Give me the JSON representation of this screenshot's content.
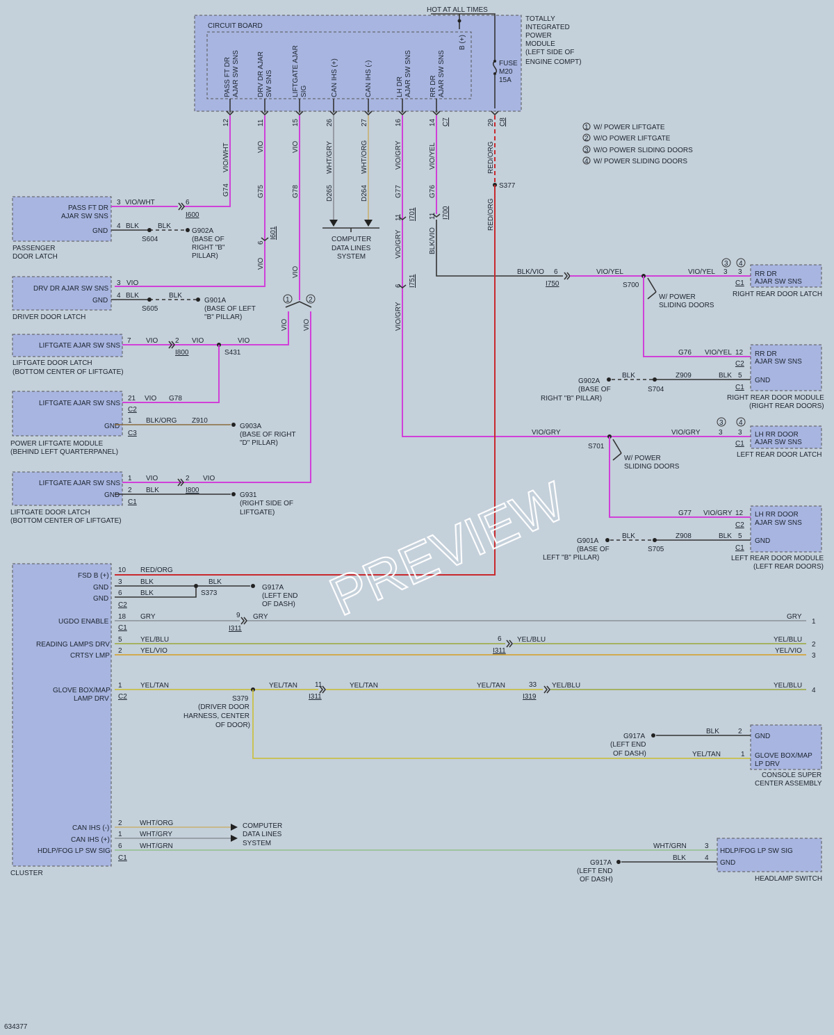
{
  "hot_at_all_times": "HOT AT ALL TIMES",
  "tipm": {
    "l1": "TOTALLY",
    "l2": "INTEGRATED",
    "l3": "POWER",
    "l4": "MODULE",
    "l5": "(LEFT SIDE OF",
    "l6": "ENGINE COMPT)"
  },
  "circuit_board": "CIRCUIT BOARD",
  "bplus": "B (+)",
  "fuse": {
    "l1": "FUSE",
    "l2": "M20",
    "l3": "15A"
  },
  "pins": {
    "p1": {
      "a": "PASS FT DR",
      "b": "AJAR SW SNS"
    },
    "p2": {
      "a": "DRV DR AJAR",
      "b": "SW SNS"
    },
    "p3": {
      "a": "LIFTGATE AJAR",
      "b": "SIG"
    },
    "p4": {
      "a": "CAN IHS (+)"
    },
    "p5": {
      "a": "CAN IHS (-)"
    },
    "p6": {
      "a": "LH DR",
      "b": "AJAR SW SNS"
    },
    "p7": {
      "a": "RR DR",
      "b": "AJAR SW SNS"
    }
  },
  "pin_nums": {
    "n12": "12",
    "n11": "11",
    "n15": "15",
    "n26": "26",
    "n27": "27",
    "n16": "16",
    "n14": "14",
    "c7": "C7",
    "n29": "29",
    "c8": "C8"
  },
  "wires": {
    "viowht": "VIO/WHT",
    "vio": "VIO",
    "whtgry": "WHT/GRY",
    "whtorg": "WHT/ORG",
    "viogry": "VIO/GRY",
    "vioyel": "VIO/YEL",
    "redorg": "RED/ORG",
    "blkvio": "BLK/VIO",
    "blk": "BLK",
    "blkorg": "BLK/ORG",
    "gry": "GRY",
    "yelblu": "YEL/BLU",
    "yelvio": "YEL/VIO",
    "yeltan": "YEL/TAN",
    "whtgrn": "WHT/GRN"
  },
  "circuits": {
    "g74": "G74",
    "g75": "G75",
    "g78": "G78",
    "d265": "D265",
    "d264": "D264",
    "g77": "G77",
    "g76": "G76",
    "z910": "Z910",
    "z909": "Z909",
    "z908": "Z908"
  },
  "legend": {
    "a": "W/ POWER LIFTGATE",
    "b": "W/O POWER LIFTGATE",
    "c": "W/O POWER SLIDING DOORS",
    "d": "W/ POWER SLIDING DOORS"
  },
  "legend_nums": {
    "n1": "1",
    "n2": "2",
    "n3": "3",
    "n4": "4"
  },
  "splices": {
    "s377": "S377",
    "s604": "S604",
    "s605": "S605",
    "s431": "S431",
    "s700": "S700",
    "s701": "S701",
    "s704": "S704",
    "s705": "S705",
    "s373": "S373",
    "s379": "S379"
  },
  "connectors": {
    "i600": "I600",
    "i601": "I601",
    "i800": "I800",
    "i701": "I701",
    "i700": "I700",
    "i750": "I750",
    "i751": "I751",
    "i311": "I311",
    "i319": "I319",
    "c1": "C1",
    "c2": "C2",
    "c3": "C3"
  },
  "computer_data": {
    "l1": "COMPUTER",
    "l2": "DATA LINES",
    "l3": "SYSTEM"
  },
  "pass_latch": {
    "sns": "PASS FT DR",
    "sns2": "AJAR SW SNS",
    "gnd": "GND",
    "name1": "PASSENGER",
    "name2": "DOOR LATCH"
  },
  "g902a": {
    "a": "G902A",
    "b": "(BASE OF",
    "c": "RIGHT \"B\"",
    "d": "PILLAR)"
  },
  "drv_latch": {
    "sns": "DRV DR AJAR SW SNS",
    "gnd": "GND",
    "name": "DRIVER DOOR LATCH"
  },
  "g901a": {
    "a": "G901A",
    "b": "(BASE OF LEFT",
    "c": "\"B\" PILLAR)"
  },
  "lg_latch1": {
    "sns": "LIFTGATE AJAR SW SNS",
    "name1": "LIFTGATE DOOR LATCH",
    "name2": "(BOTTOM CENTER OF LIFTGATE)"
  },
  "plm": {
    "sns": "LIFTGATE AJAR SW SNS",
    "gnd": "GND",
    "name1": "POWER LIFTGATE MODULE",
    "name2": "(BEHIND LEFT QUARTERPANEL)"
  },
  "g903a": {
    "a": "G903A",
    "b": "(BASE OF RIGHT",
    "c": "\"D\" PILLAR)"
  },
  "lg_latch2": {
    "sns": "LIFTGATE AJAR SW SNS",
    "gnd": "GND",
    "name1": "LIFTGATE DOOR LATCH",
    "name2": "(BOTTOM CENTER OF LIFTGATE)"
  },
  "g931": {
    "a": "G931",
    "b": "(RIGHT SIDE OF",
    "c": "LIFTGATE)"
  },
  "rr_latch": {
    "a": "RR DR",
    "b": "AJAR SW SNS",
    "name": "RIGHT REAR DOOR LATCH"
  },
  "w_psd": {
    "a": "W/ POWER",
    "b": "SLIDING DOORS"
  },
  "rr_mod": {
    "a": "RR DR",
    "b": "AJAR SW SNS",
    "gnd": "GND",
    "name1": "RIGHT REAR DOOR MODULE",
    "name2": "(RIGHT REAR DOORS)"
  },
  "g902a_b": {
    "a": "G902A",
    "b": "(BASE OF",
    "c": "RIGHT \"B\" PILLAR)"
  },
  "lr_latch": {
    "a": "LH RR DOOR",
    "b": "AJAR SW SNS",
    "name": "LEFT REAR DOOR LATCH"
  },
  "lr_mod": {
    "a": "LH RR DOOR",
    "b": "AJAR SW SNS",
    "gnd": "GND",
    "name1": "LEFT REAR DOOR MODULE",
    "name2": "(LEFT REAR DOORS)"
  },
  "g901a_b": {
    "a": "G901A",
    "b": "(BASE OF",
    "c": "LEFT \"B\" PILLAR)"
  },
  "cluster": {
    "fsd": "FSD B (+)",
    "gnd": "GND",
    "ugdo": "UGDO ENABLE",
    "reading": "READING LAMPS DRV",
    "crtsy": "CRTSY LMP",
    "glove1": "GLOVE BOX/MAP",
    "glove2": "LAMP DRV",
    "canm": "CAN IHS (-)",
    "canp": "CAN IHS (+)",
    "hdlp": "HDLP/FOG LP SW SIG",
    "name": "CLUSTER"
  },
  "g917a": {
    "a": "G917A",
    "b": "(LEFT END",
    "c": "OF DASH)"
  },
  "s379_desc": {
    "a": "(DRIVER DOOR",
    "b": "HARNESS, CENTER",
    "c": "OF DOOR)"
  },
  "console": {
    "gnd": "GND",
    "a": "GLOVE BOX/MAP",
    "b": "LP DRV",
    "name1": "CONSOLE SUPER",
    "name2": "CENTER ASSEMBLY"
  },
  "hls": {
    "sig": "HDLP/FOG LP SW SIG",
    "gnd": "GND",
    "name": "HEADLAMP SWITCH"
  },
  "nums": {
    "n1": "1",
    "n2": "2",
    "n3": "3",
    "n4": "4",
    "n5": "5",
    "n6": "6",
    "n7": "7",
    "n9": "9",
    "n10": "10",
    "n11": "11",
    "n12": "12",
    "n18": "18",
    "n21": "21",
    "n33": "33"
  },
  "watermark": "PREVIEW",
  "figure_id": "634377"
}
